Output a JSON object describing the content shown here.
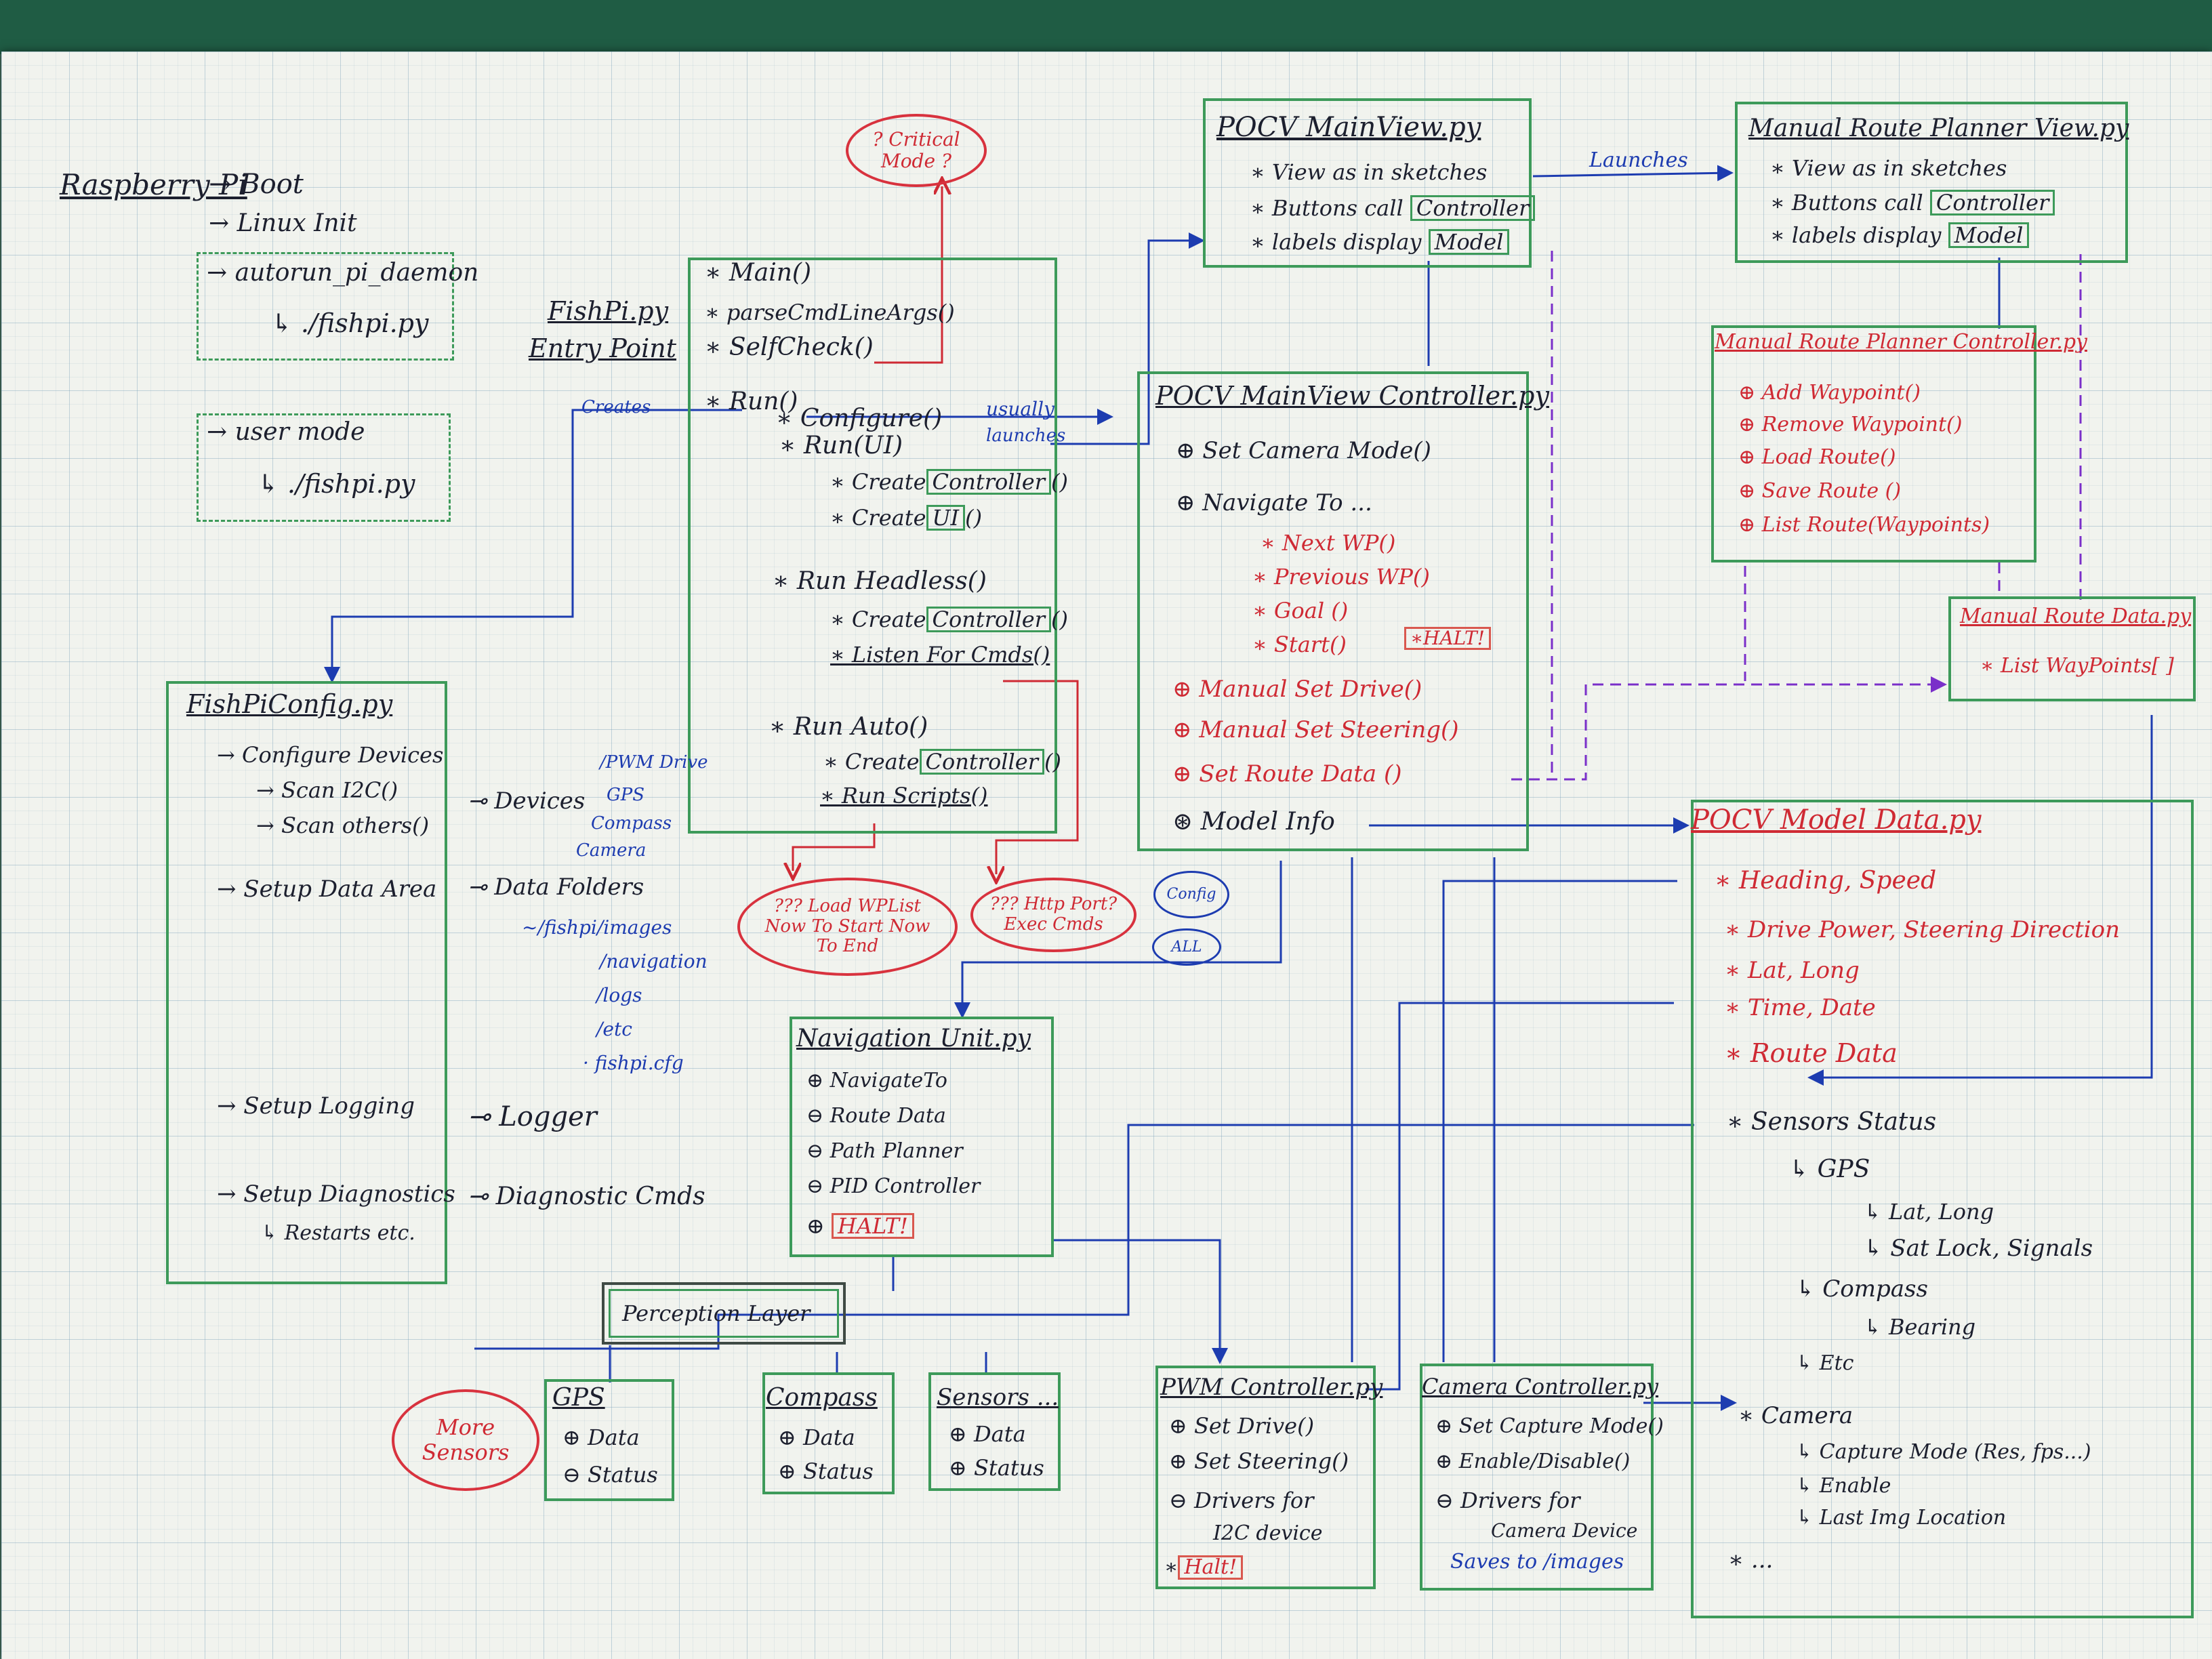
{
  "boot": {
    "rpi": "Raspberry Pi",
    "boot": "→ Boot",
    "linux_init": "→ Linux Init",
    "daemon": "→ autorun_pi_daemon",
    "daemon_script": "↳ ./fishpi.py",
    "user_mode": "→ user mode",
    "user_script": "↳ ./fishpi.py"
  },
  "entry": {
    "file": "FishPi.py",
    "label": "Entry Point"
  },
  "critical": "? Critical Mode ?",
  "main": {
    "m1": "∗ Main()",
    "m2": "∗ parseCmdLineArgs()",
    "m3": "∗ SelfCheck()",
    "run": "∗ Run()",
    "configure": "∗ Configure()",
    "run_ui": "∗ Run(UI)",
    "create_ctrl": "∗ Create",
    "controller": "Controller",
    "paren": "()",
    "create_ui": "∗ Create",
    "ui": "UI",
    "run_headless": "∗ Run Headless()",
    "h_create": "∗ Create",
    "listen": "∗ Listen For Cmds()",
    "run_auto": "∗ Run Auto()",
    "a_create": "∗ Create",
    "run_scripts": "∗ Run Scripts()"
  },
  "wire_labels": {
    "creates": "Creates",
    "usually_launches_1": "usually",
    "usually_launches_2": "launches",
    "launches": "Launches"
  },
  "config": {
    "title": "FishPiConfig.py",
    "configure_devices": "→ Configure Devices",
    "scan_i2c": "→ Scan I2C()",
    "scan_others": "→ Scan others()",
    "setup_data": "→ Setup Data Area",
    "setup_logging": "→ Setup Logging",
    "setup_diag": "→ Setup Diagnostics",
    "restarts": "↳ Restarts etc.",
    "devices": "⊸ Devices",
    "data_folders": "⊸ Data Folders",
    "logger": "⊸ Logger",
    "diag_cmds": "⊸ Diagnostic Cmds",
    "dev_list": [
      "/PWM Drive",
      "GPS",
      "Compass",
      "Camera"
    ],
    "data_list": [
      "~/fishpi/images",
      "/navigation",
      "/logs",
      "/etc",
      "· fishpi.cfg"
    ]
  },
  "main_view": {
    "title": "POCV MainView.py",
    "l1": "∗ View as in sketches",
    "l2": "∗ Buttons call",
    "controller": "Controller",
    "l3": "∗ labels display",
    "model": "Model"
  },
  "route_view": {
    "title": "Manual Route Planner View.py",
    "l1": "∗ View as in sketches",
    "l2": "∗ Buttons call",
    "controller": "Controller",
    "l3": "∗ labels display",
    "model": "Model"
  },
  "main_ctrl": {
    "title": "POCV MainView Controller.py",
    "c1": "⊕ Set Camera Mode()",
    "c2": "⊕ Navigate To ...",
    "c3": "∗ Next WP()",
    "c4": "∗ Previous WP()",
    "c5": "∗ Goal ()",
    "c6": "∗ Start()",
    "halt": "∗HALT!",
    "c7": "⊕ Manual Set Drive()",
    "c8": "⊕ Manual Set Steering()",
    "c9": "⊕ Set Route Data ()",
    "c10": "⊛ Model Info"
  },
  "route_ctrl": {
    "title": "Manual Route Planner Controller.py",
    "r1": "⊕ Add Waypoint()",
    "r2": "⊕ Remove Waypoint()",
    "r3": "⊕ Load Route()",
    "r4": "⊕ Save Route ()",
    "r5": "⊕ List Route(Waypoints)"
  },
  "route_data": {
    "title": "Manual Route Data.py",
    "l1": "∗ List WayPoints[ ]"
  },
  "model_data": {
    "title": "POCV Model Data.py",
    "m1": "∗ Heading, Speed",
    "m2": "∗ Drive Power, Steering Direction",
    "m3": "∗ Lat, Long",
    "m4": "∗ Time, Date",
    "m5": "∗ Route Data",
    "m6": "∗ Sensors Status",
    "gps": "↳ GPS",
    "latlong": "↳ Lat, Long",
    "satlock": "↳ Sat Lock, Signals",
    "compass": "↳ Compass",
    "bearing": "↳ Bearing",
    "etc": "↳ Etc",
    "camera": "∗ Camera",
    "capture": "↳ Capture Mode (Res, fps...)",
    "enable": "↳ Enable",
    "lastimg": "↳ Last Img Location",
    "more": "∗ ..."
  },
  "red_notes": {
    "load_wp": "??? Load WPList Now To Start Now To End",
    "http": "??? Http Port? Exec Cmds",
    "more_sensors": "More Sensors"
  },
  "blue_notes": {
    "config": "Config",
    "all": "ALL"
  },
  "nav": {
    "title": "Navigation Unit.py",
    "n1": "⊕ NavigateTo",
    "n2": "⊖ Route Data",
    "n3": "⊖ Path Planner",
    "n4": "⊖ PID Controller",
    "n5": "⊕",
    "halt": "HALT!"
  },
  "perception": "Perception Layer",
  "gps": {
    "title": "GPS",
    "d": "⊕ Data",
    "s": "⊖ Status"
  },
  "compass": {
    "title": "Compass",
    "d": "⊕ Data",
    "s": "⊕ Status"
  },
  "sensors": {
    "title": "Sensors ...",
    "d": "⊕ Data",
    "s": "⊕ Status"
  },
  "pwm": {
    "title": "PWM Controller.py",
    "p1": "⊕ Set Drive()",
    "p2": "⊕ Set Steering()",
    "p3": "⊖ Drivers for",
    "p4": "I2C device",
    "halt_star": "∗",
    "halt": "Halt!"
  },
  "camera": {
    "title": "Camera Controller.py",
    "c1": "⊕ Set Capture Mode()",
    "c2": "⊕ Enable/Disable()",
    "c3": "⊖ Drivers for",
    "c4": "Camera Device",
    "c5": "Saves to  /images"
  }
}
